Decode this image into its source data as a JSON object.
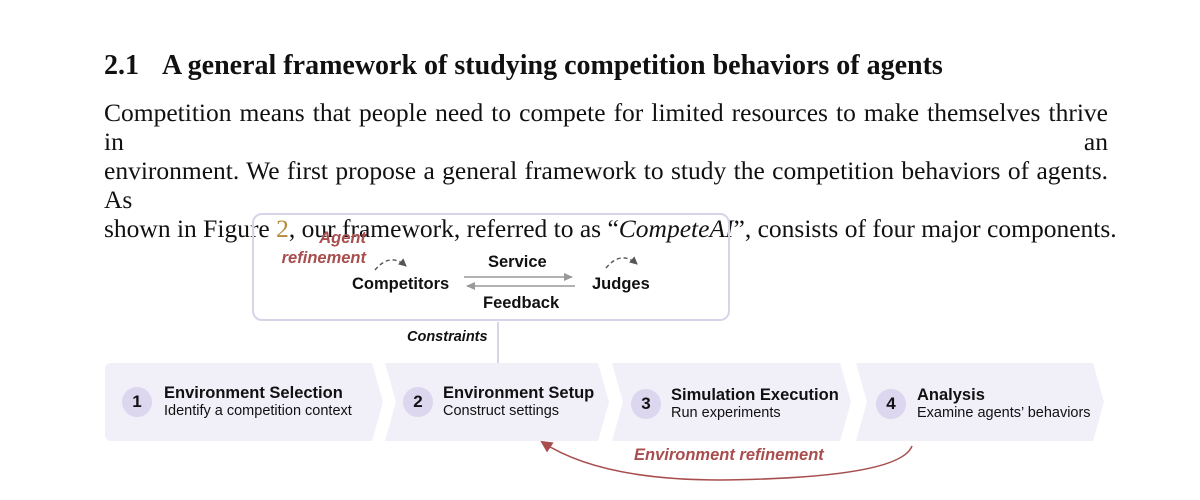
{
  "section": {
    "number": "2.1",
    "title": "A general framework of studying competition behaviors of agents"
  },
  "paragraph": {
    "line1": "Competition means that people need to compete for limited resources to make themselves thrive in an",
    "line2": "environment. We first propose a general framework to study the competition behaviors of agents. As",
    "line3_before": "shown in Figure ",
    "line3_link": "2",
    "line3_mid": ", our framework, referred to as “",
    "line3_em": "CompeteAI",
    "line3_after": "”, consists of four major components."
  },
  "figure": {
    "agent_refinement": [
      "Agent",
      "refinement"
    ],
    "competitors": "Competitors",
    "judges": "Judges",
    "service": "Service",
    "feedback": "Feedback",
    "constraints": "Constraints",
    "environment_refinement": "Environment refinement",
    "steps": [
      {
        "number": "1",
        "title": "Environment Selection",
        "subtitle": "Identify a competition context"
      },
      {
        "number": "2",
        "title": "Environment Setup",
        "subtitle": "Construct settings"
      },
      {
        "number": "3",
        "title": "Simulation Execution",
        "subtitle": "Run experiments"
      },
      {
        "number": "4",
        "title": "Analysis",
        "subtitle": "Examine agents’ behaviors"
      }
    ],
    "colors": {
      "step_fill": "#f1eff8",
      "circle_fill": "#dcd6ee",
      "box_border": "#d9d3ea",
      "refinement_red": "#a84e4e",
      "arrow_gray": "#999999",
      "link_gold": "#b58a3c"
    }
  }
}
